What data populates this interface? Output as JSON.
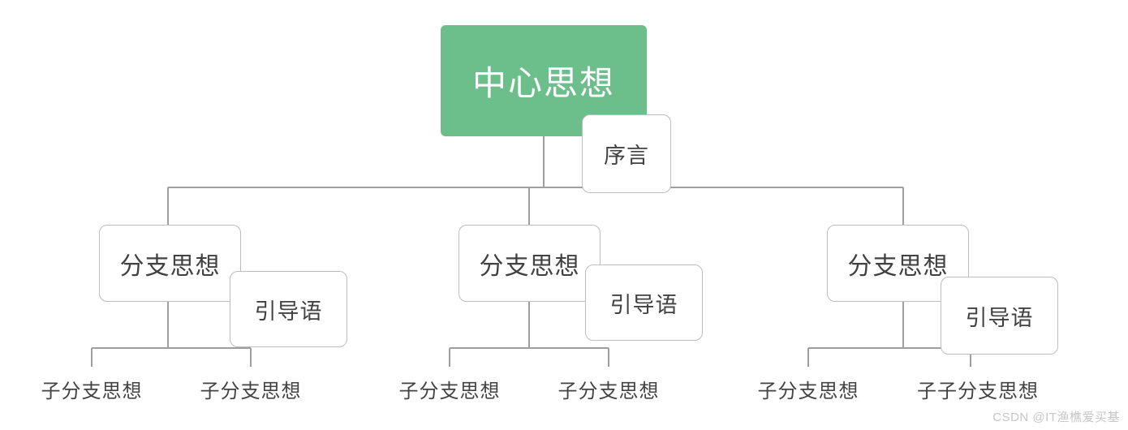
{
  "diagram": {
    "title": "中心思想",
    "type": "mind-map-tree",
    "root": {
      "label": "中心思想",
      "fill": "#6cbe8b",
      "text_color": "#ffffff",
      "note": {
        "label": "序言"
      }
    },
    "branches": [
      {
        "label": "分支思想",
        "note": {
          "label": "引导语"
        },
        "children": [
          {
            "label": "子分支思想"
          },
          {
            "label": "子分支思想"
          }
        ]
      },
      {
        "label": "分支思想",
        "note": {
          "label": "引导语"
        },
        "children": [
          {
            "label": "子分支思想"
          },
          {
            "label": "子分支思想"
          }
        ]
      },
      {
        "label": "分支思想",
        "note": {
          "label": "引导语"
        },
        "children": [
          {
            "label": "子分支思想"
          },
          {
            "label": "子子分支思想"
          }
        ]
      }
    ]
  },
  "colors": {
    "root_fill": "#6cbe8b",
    "box_border": "#bdbdbd",
    "connector": "#9e9e9e",
    "text": "#414141",
    "watermark": "#c6c6c6",
    "background": "#ffffff"
  },
  "watermark": {
    "text": "CSDN @IT渔樵爱买基"
  }
}
